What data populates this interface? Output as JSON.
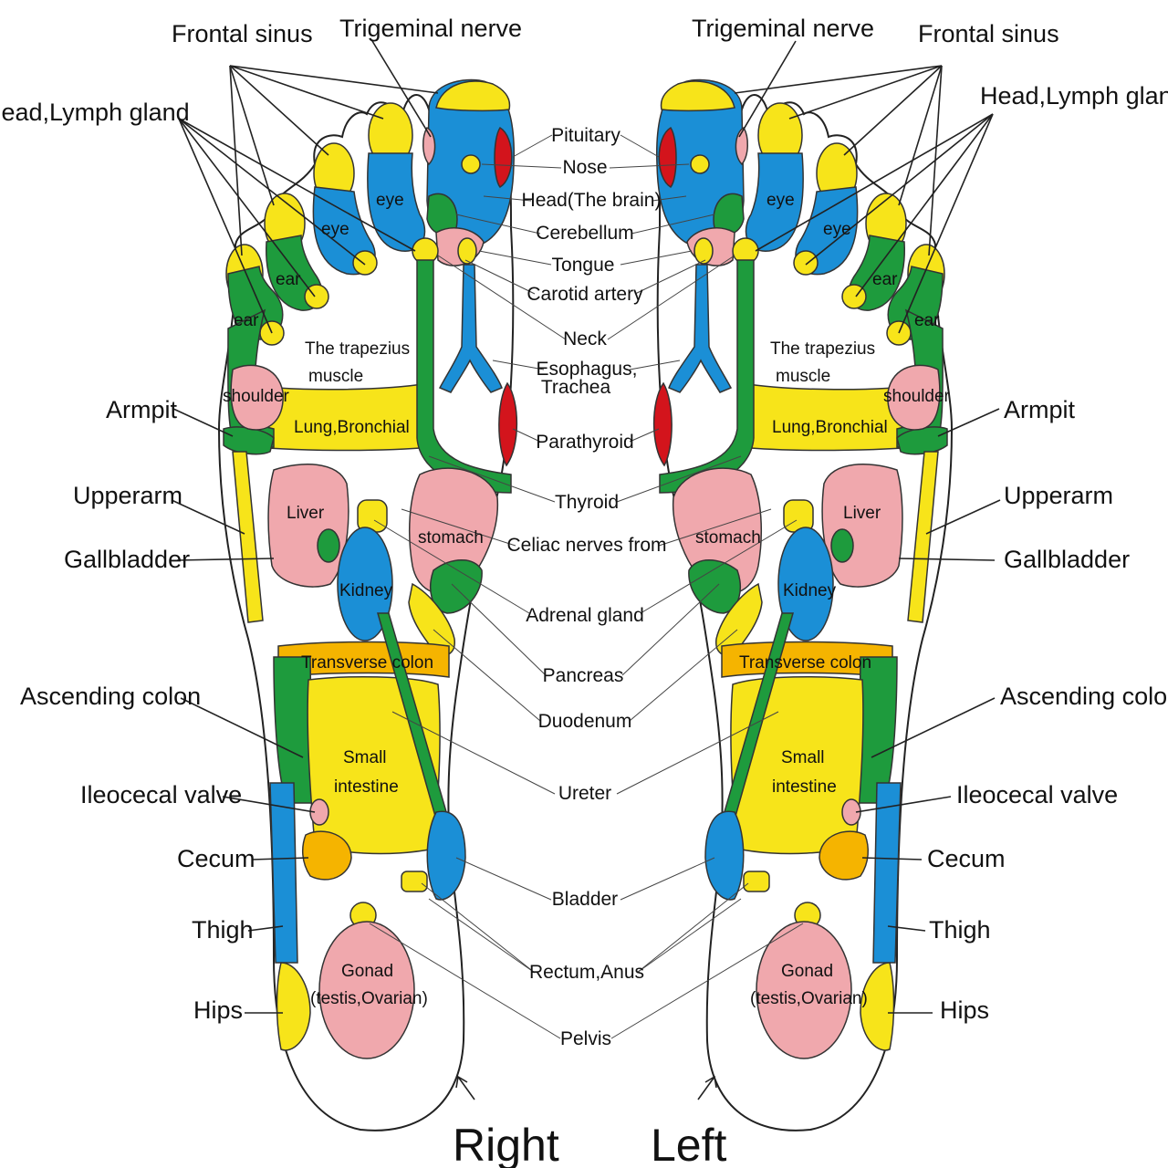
{
  "feet": {
    "right_label": "Right",
    "left_label": "Left"
  },
  "left_side_labels": {
    "frontal_sinus": "Frontal sinus",
    "head_lymph": "Head,Lymph gland",
    "armpit": "Armpit",
    "upperarm": "Upperarm",
    "gallbladder": "Gallbladder",
    "ascending_colon": "Ascending colon",
    "ileocecal": "Ileocecal valve",
    "cecum": "Cecum",
    "thigh": "Thigh",
    "hips": "Hips",
    "trigeminal": "Trigeminal nerve"
  },
  "right_side_labels": {
    "frontal_sinus": "Frontal sinus",
    "head_lymph": "Head,Lymph gland",
    "armpit": "Armpit",
    "upperarm": "Upperarm",
    "gallbladder": "Gallbladder",
    "ascending_colon": "Ascending colon",
    "ileocecal": "Ileocecal valve",
    "cecum": "Cecum",
    "thigh": "Thigh",
    "hips": "Hips",
    "trigeminal": "Trigeminal nerve"
  },
  "center_labels": {
    "pituitary": "Pituitary",
    "nose": "Nose",
    "head_brain": "Head(The brain)",
    "cerebellum": "Cerebellum",
    "tongue": "Tongue",
    "carotid": "Carotid artery",
    "neck": "Neck",
    "esophagus_1": "Esophagus,",
    "esophagus_2": "Trachea",
    "parathyroid": "Parathyroid",
    "thyroid": "Thyroid",
    "celiac": "Celiac nerves from",
    "adrenal": "Adrenal gland",
    "pancreas": "Pancreas",
    "duodenum": "Duodenum",
    "ureter": "Ureter",
    "bladder": "Bladder",
    "rectum": "Rectum,Anus",
    "pelvis": "Pelvis"
  },
  "organ_labels": {
    "eye": "eye",
    "ear": "ear",
    "trapezius_1": "The trapezius",
    "trapezius_2": "muscle",
    "shoulder": "shoulder",
    "lung": "Lung,Bronchial",
    "liver": "Liver",
    "stomach": "stomach",
    "kidney": "Kidney",
    "transverse": "Transverse colon",
    "small_1": "Small",
    "small_2": "intestine",
    "gonad_1": "Gonad",
    "gonad_2": "(testis,Ovarian)"
  },
  "colors": {
    "yellow": "#f7e41a",
    "blue": "#1b8fd6",
    "green": "#1e9b3d",
    "pink": "#f0a8ad",
    "red": "#d3141c",
    "orange": "#f5b400"
  }
}
